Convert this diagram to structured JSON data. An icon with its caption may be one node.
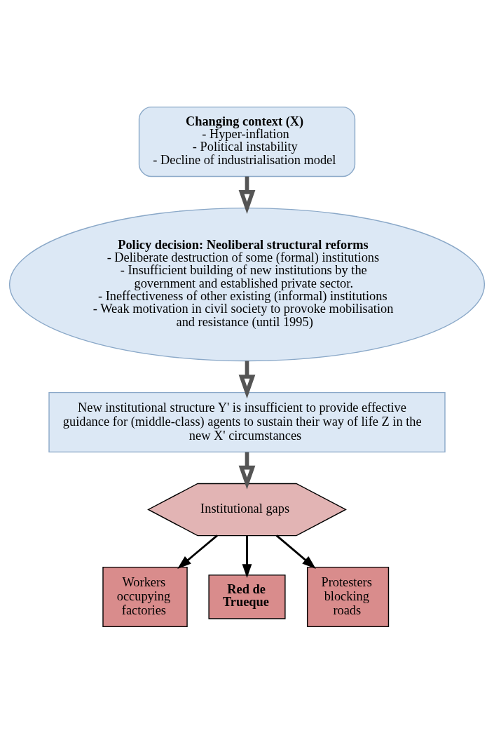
{
  "diagram": {
    "nodes": [
      {
        "text": [
          "Changing context (X)",
          "- Hyper-inflation",
          "- Political instability",
          "- Decline of industrialisation model"
        ]
      },
      {
        "text": [
          "Policy decision: Neoliberal structural reforms",
          "- Deliberate destruction of some (formal) institutions",
          "- Insufficient building of new institutions by the government and established private sector.",
          "- Ineffectiveness of other existing (informal) institutions",
          "- Weak motivation in civil society to provoke mobilisation and resistance (until 1995)"
        ]
      },
      {
        "text": [
          "New institutional structure Y' is insufficient to provide effective guidance for (middle-class) agents to sustain their way of life Z in the new X' circumstances"
        ]
      },
      {
        "text": [
          "Institutional gaps"
        ]
      },
      {
        "text": [
          "Workers occupying factories"
        ]
      },
      {
        "text": [
          "Red de Trueque"
        ]
      },
      {
        "text": [
          "Protesters blocking roads"
        ]
      }
    ],
    "edges": [
      {
        "from": 0,
        "to": 1,
        "arrow": "to",
        "style": "thick"
      },
      {
        "from": 1,
        "to": 2,
        "arrow": "to",
        "style": "thick"
      },
      {
        "from": 2,
        "to": 3,
        "arrow": "to",
        "style": "thick"
      },
      {
        "from": 3,
        "to": 4,
        "arrow": "to"
      },
      {
        "from": 3,
        "to": 5,
        "arrow": "to"
      },
      {
        "from": 3,
        "to": 6,
        "arrow": "to"
      }
    ]
  }
}
